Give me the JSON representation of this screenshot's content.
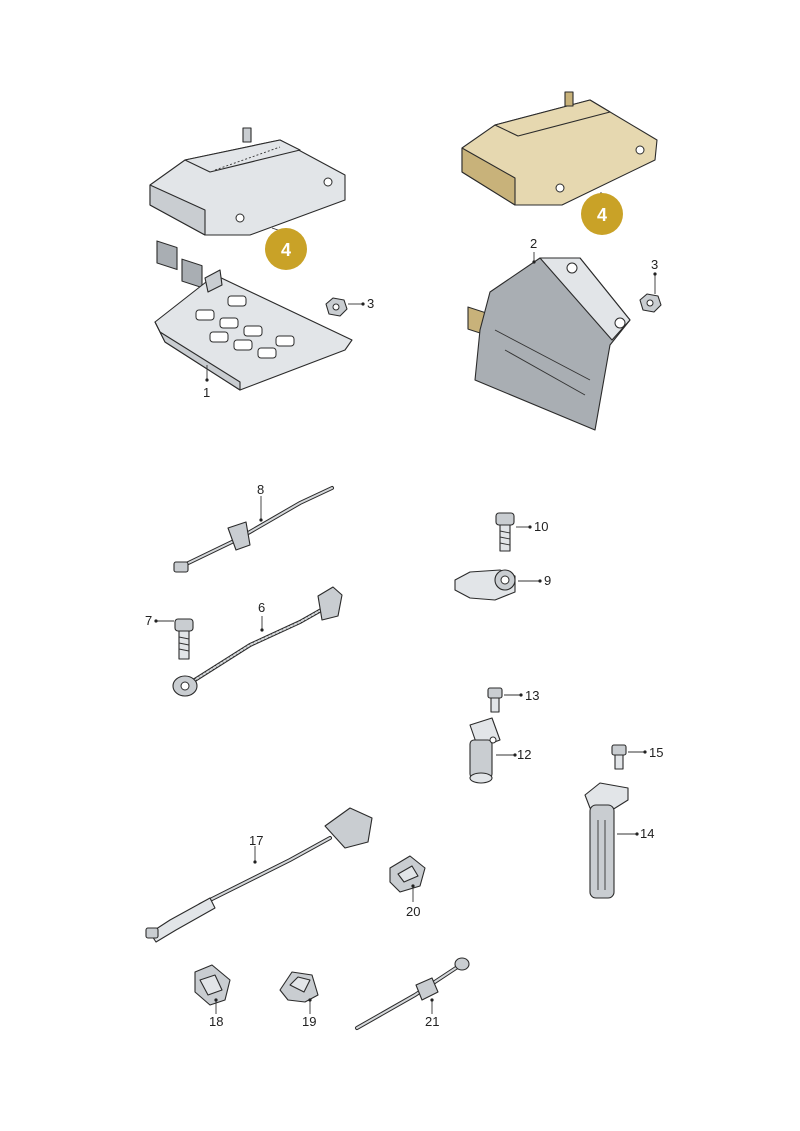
{
  "callouts": {
    "c1": "1",
    "c2": "2",
    "c3a": "3",
    "c3b": "3",
    "c4a": "4",
    "c4b": "4",
    "c6": "6",
    "c7": "7",
    "c8": "8",
    "c9": "9",
    "c10": "10",
    "c12": "12",
    "c13": "13",
    "c14": "14",
    "c15": "15",
    "c17": "17",
    "c18": "18",
    "c19": "19",
    "c20": "20",
    "c21": "21"
  },
  "colors": {
    "badge": "#c9a227",
    "highlight_part": "#e6d8b0",
    "part": "#e2e5e8",
    "outline": "#2b2b2b"
  }
}
